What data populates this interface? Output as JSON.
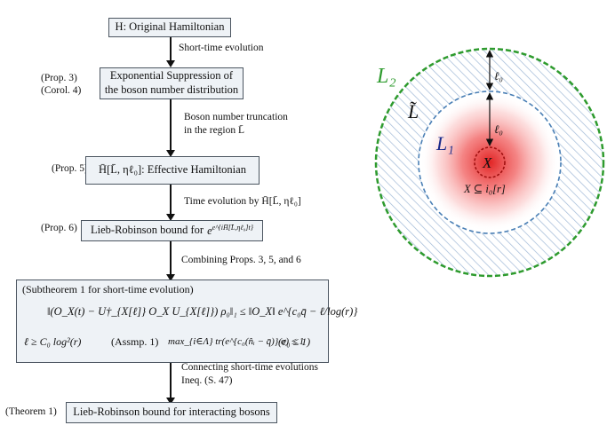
{
  "flow": {
    "box1": "H: Original Hamiltonian",
    "arrow1": "Short-time evolution",
    "prop_box2_line1": "(Prop. 3)",
    "prop_box2_line2": "(Corol. 4)",
    "box2_line1": "Exponential Suppression of",
    "box2_line2": "the boson number distribution",
    "arrow2_line1": "Boson number truncation",
    "arrow2_line2": "in the region L̄",
    "prop_box3": "(Prop. 5)",
    "box3": "H̄[L̄, ηℓ₀]: Effective Hamiltonian",
    "arrow3": "Time evolution by H̄[L̄, ηℓ₀]",
    "prop_box4": "(Prop. 6)",
    "box4_text": "Lieb-Robinson bound for",
    "box4_math": "e^{iH̄[L̄,ηℓ₀]t}",
    "arrow4": "Combining Props. 3, 5, and 6",
    "subtheorem_title": "(Subtheorem 1 for short-time evolution)",
    "subtheorem_eq1": "‖(O_X(t) − U†_{X[ℓ]} O_X U_{X[ℓ]}) ρ₀‖₁ ≤ ‖O_X‖ e^{c₀q̄ − ℓ/log(r)}",
    "subtheorem_eq2a": "ℓ ≥ C₀ log²(r)",
    "subtheorem_eq2b": "(Assmp. 1)",
    "subtheorem_eq2c": "max_{i∈Λ} tr(e^{c₀(n̂ᵢ − q̄)} σ) ≤ 1",
    "subtheorem_eq2d": "(c₀ ≤ 1)",
    "arrow5_line1": "Connecting short-time evolutions",
    "arrow5_line2": "Ineq. (S. 47)",
    "prop_box6": "(Theorem 1)",
    "box6": "Lieb-Robinson bound for interacting bosons"
  },
  "figure": {
    "label_L2": "L₂",
    "label_Ltilde": "L̃",
    "label_L1": "L₁",
    "label_X": "X",
    "label_X_region": "X ⊆ i₀[r]",
    "label_l0_outer": "ℓ₀",
    "label_l0_inner": "ℓ₀",
    "colors": {
      "outer_ring": "#2e9b2e",
      "inner_ring": "#4a7fb5",
      "hatch": "#9fb8d6",
      "core": "#e01818",
      "L1_label": "#1a2a8a"
    }
  }
}
